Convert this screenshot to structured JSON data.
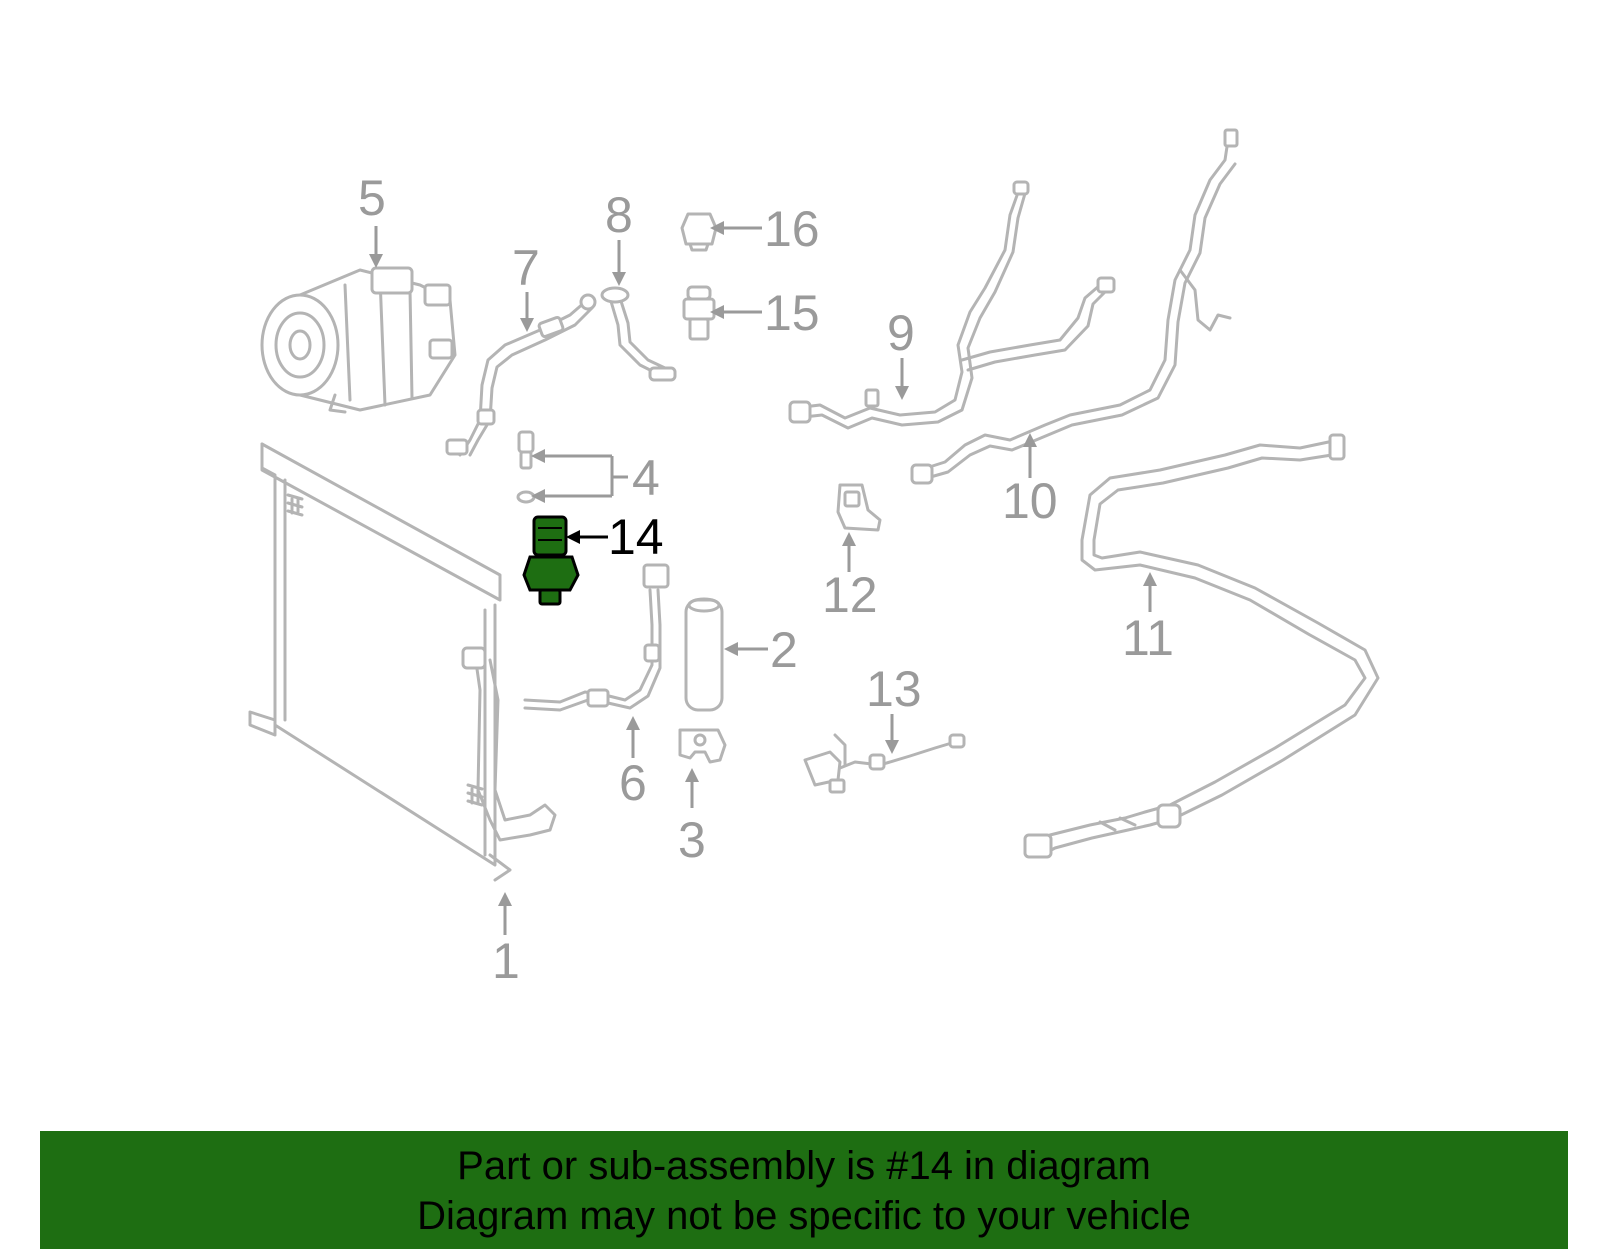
{
  "callouts": {
    "c1": "1",
    "c2": "2",
    "c3": "3",
    "c4": "4",
    "c5": "5",
    "c6": "6",
    "c7": "7",
    "c8": "8",
    "c9": "9",
    "c10": "10",
    "c11": "11",
    "c12": "12",
    "c13": "13",
    "c14": "14",
    "c15": "15",
    "c16": "16"
  },
  "highlighted_part": "14",
  "colors": {
    "line_art": "#b4b4b4",
    "callout_text": "#9a9a9a",
    "highlight_part_fill": "#1e6e12",
    "highlight_text": "#000000",
    "footer_background": "#1e6e12"
  },
  "footer": {
    "line1": "Part or sub-assembly is #14 in diagram",
    "line2": "Diagram may not be specific to your vehicle"
  }
}
